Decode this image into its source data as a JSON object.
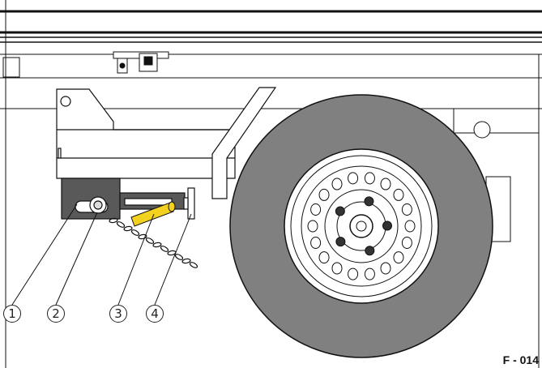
{
  "callouts": [
    {
      "id": 1,
      "label": "1"
    },
    {
      "id": 2,
      "label": "2"
    },
    {
      "id": 3,
      "label": "3"
    },
    {
      "id": 4,
      "label": "4"
    }
  ],
  "figure_code": "F - 014",
  "colors": {
    "tyre": "#808080",
    "bracket": "#595959",
    "pin": "#f2d21e",
    "line": "#111111"
  }
}
